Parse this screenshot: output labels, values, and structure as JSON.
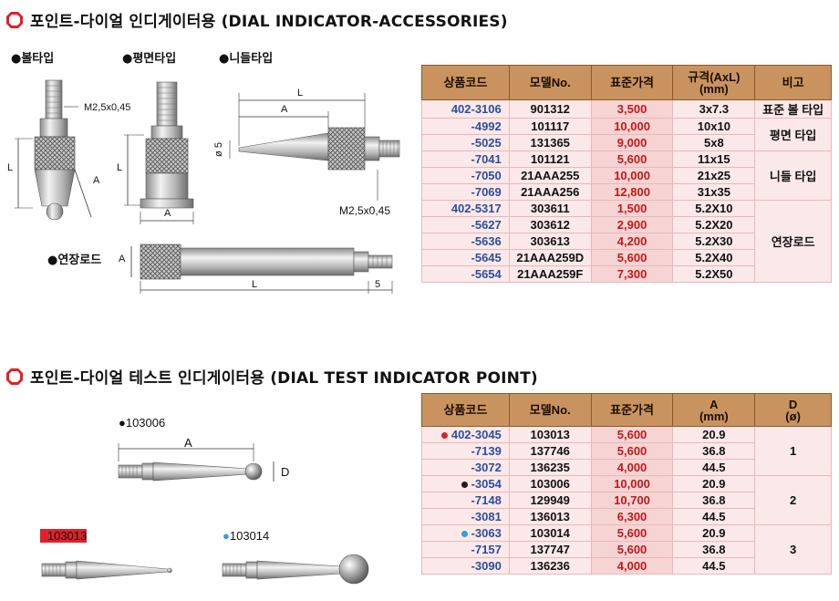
{
  "section1": {
    "title": "포인트-다이얼 인디게이터용 (DIAL INDICATOR-ACCESSORIES)",
    "labels": {
      "ball": "●볼타입",
      "flat": "●평면타입",
      "needle": "●니들타입",
      "rod": "●연장로드"
    },
    "dims": {
      "thread1": "M2,5x0,45",
      "thread2": "M2,5x0,45",
      "L": "L",
      "A": "A",
      "phi5": "ø 5",
      "five": "5"
    },
    "table": {
      "headers": [
        "상품코드",
        "모델No.",
        "표준가격",
        "규격(AxL)\n(mm)",
        "비고"
      ],
      "rows": [
        {
          "code": "402-3106",
          "model": "901312",
          "price": "3,500",
          "spec": "3x7.3"
        },
        {
          "code": "-4992",
          "model": "101117",
          "price": "10,000",
          "spec": "10x10"
        },
        {
          "code": "-5025",
          "model": "131365",
          "price": "9,000",
          "spec": "5x8"
        },
        {
          "code": "-7041",
          "model": "101121",
          "price": "5,600",
          "spec": "11x15"
        },
        {
          "code": "-7050",
          "model": "21AAA255",
          "price": "10,000",
          "spec": "21x25"
        },
        {
          "code": "-7069",
          "model": "21AAA256",
          "price": "12,800",
          "spec": "31x35"
        },
        {
          "code": "402-5317",
          "model": "303611",
          "price": "1,500",
          "spec": "5.2X10"
        },
        {
          "code": "-5627",
          "model": "303612",
          "price": "2,900",
          "spec": "5.2X20"
        },
        {
          "code": "-5636",
          "model": "303613",
          "price": "4,200",
          "spec": "5.2X30"
        },
        {
          "code": "-5645",
          "model": "21AAA259D",
          "price": "5,600",
          "spec": "5.2X40"
        },
        {
          "code": "-5654",
          "model": "21AAA259F",
          "price": "7,300",
          "spec": "5.2X50"
        }
      ],
      "notes": [
        "표준 볼 타입",
        "평면 타입",
        "니들 타입",
        "연장로드"
      ]
    }
  },
  "section2": {
    "title": "포인트-다이얼 테스트 인디게이터용 (DIAL TEST INDICATOR POINT)",
    "labels": {
      "p1": "●103006",
      "p2": "●103013",
      "p3": "●103014",
      "A": "A",
      "D": "D"
    },
    "table": {
      "headers": [
        "상품코드",
        "모델No.",
        "표준가격",
        "A\n(mm)",
        "D\n(ø)"
      ],
      "rows": [
        {
          "code": "402-3045",
          "model": "103013",
          "price": "5,600",
          "a": "20.9"
        },
        {
          "code": "-7139",
          "model": "137746",
          "price": "5,600",
          "a": "36.8"
        },
        {
          "code": "-3072",
          "model": "136235",
          "price": "4,000",
          "a": "44.5"
        },
        {
          "code": "-3054",
          "model": "103006",
          "price": "10,000",
          "a": "20.9"
        },
        {
          "code": "-7148",
          "model": "129949",
          "price": "10,700",
          "a": "36.8"
        },
        {
          "code": "-3081",
          "model": "136013",
          "price": "6,300",
          "a": "44.5"
        },
        {
          "code": "-3063",
          "model": "103014",
          "price": "5,600",
          "a": "20.9"
        },
        {
          "code": "-7157",
          "model": "137747",
          "price": "5,600",
          "a": "36.8"
        },
        {
          "code": "-3090",
          "model": "136236",
          "price": "4,000",
          "a": "44.5"
        }
      ],
      "d_values": [
        "1",
        "2",
        "3"
      ]
    }
  },
  "colors": {
    "red_dot": "#e0202a",
    "dark_dot": "#3a1010",
    "blue_dot": "#2f9fe0",
    "header_bg": "#c9935f",
    "price_bg": "#f7d4d4",
    "cell_bg": "#fbe9e9"
  }
}
